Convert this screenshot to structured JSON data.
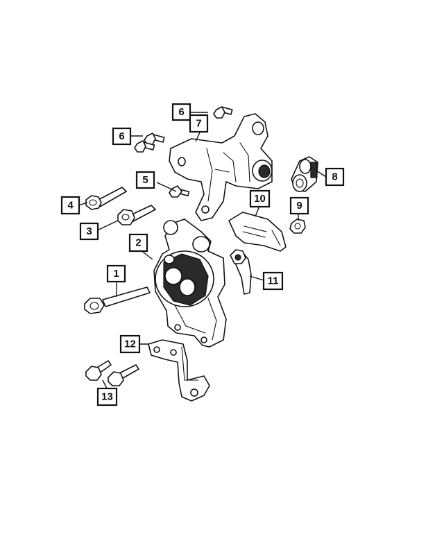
{
  "diagram": {
    "background": "#ffffff",
    "line_color": "#111111",
    "callouts": [
      {
        "id": "c1",
        "label": "1"
      },
      {
        "id": "c2",
        "label": "2"
      },
      {
        "id": "c3",
        "label": "3"
      },
      {
        "id": "c4",
        "label": "4"
      },
      {
        "id": "c5",
        "label": "5"
      },
      {
        "id": "c6a",
        "label": "6"
      },
      {
        "id": "c6b",
        "label": "6"
      },
      {
        "id": "c7",
        "label": "7"
      },
      {
        "id": "c8",
        "label": "8"
      },
      {
        "id": "c9",
        "label": "9"
      },
      {
        "id": "c10",
        "label": "10"
      },
      {
        "id": "c11",
        "label": "11"
      },
      {
        "id": "c12",
        "label": "12"
      },
      {
        "id": "c13",
        "label": "13"
      }
    ]
  }
}
